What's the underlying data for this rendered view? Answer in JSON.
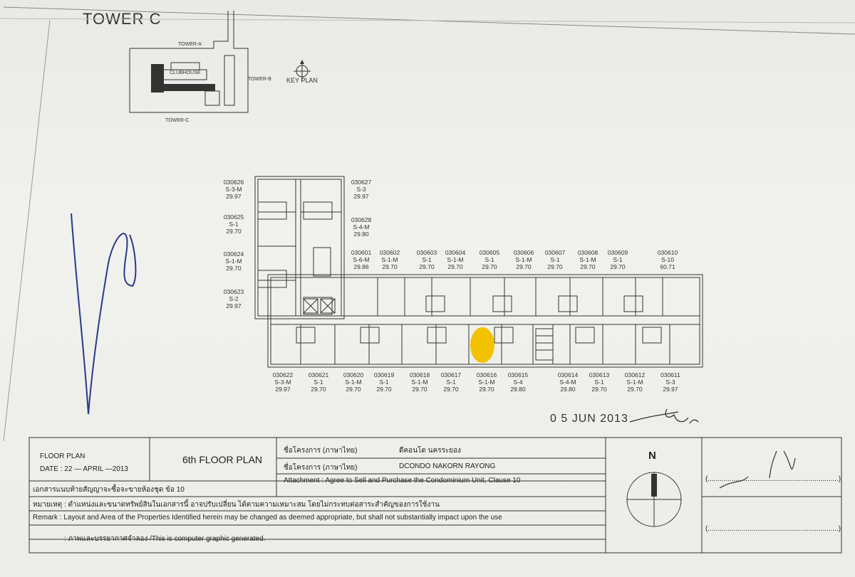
{
  "header": {
    "tower_title": "TOWER C"
  },
  "key_plan": {
    "title": "KEY PLAN",
    "tower_a": "TOWER-A",
    "tower_b": "TOWER-B",
    "tower_c": "TOWER-C",
    "clubhouse": "CLUBHOUSE"
  },
  "units_left": [
    {
      "no": "030626",
      "type": "S-3-M",
      "area": "29.97"
    },
    {
      "no": "030625",
      "type": "S-1",
      "area": "29.70"
    },
    {
      "no": "030624",
      "type": "S-1-M",
      "area": "29.70"
    },
    {
      "no": "030623",
      "type": "S-2",
      "area": "29.97"
    }
  ],
  "units_right_col": [
    {
      "no": "030627",
      "type": "S-3",
      "area": "29.97"
    },
    {
      "no": "030628",
      "type": "S-4-M",
      "area": "29.80"
    }
  ],
  "units_top": [
    {
      "no": "030601",
      "type": "S-6-M",
      "area": "29.86"
    },
    {
      "no": "030602",
      "type": "S-1-M",
      "area": "29.70"
    },
    {
      "no": "030603",
      "type": "S-1",
      "area": "29.70"
    },
    {
      "no": "030604",
      "type": "S-1-M",
      "area": "29.70"
    },
    {
      "no": "030605",
      "type": "S-1",
      "area": "29.70"
    },
    {
      "no": "030606",
      "type": "S-1-M",
      "area": "29.70"
    },
    {
      "no": "030607",
      "type": "S-1",
      "area": "29.70"
    },
    {
      "no": "030608",
      "type": "S-1-M",
      "area": "29.70"
    },
    {
      "no": "030609",
      "type": "S-1",
      "area": "29.70"
    },
    {
      "no": "030610",
      "type": "S-10",
      "area": "60.71"
    }
  ],
  "units_bottom": [
    {
      "no": "030622",
      "type": "S-3-M",
      "area": "29.97"
    },
    {
      "no": "030621",
      "type": "S-1",
      "area": "29.70"
    },
    {
      "no": "030620",
      "type": "S-1-M",
      "area": "29.70"
    },
    {
      "no": "030619",
      "type": "S-1",
      "area": "29.70"
    },
    {
      "no": "030618",
      "type": "S-1-M",
      "area": "29.70"
    },
    {
      "no": "030617",
      "type": "S-1",
      "area": "29.70"
    },
    {
      "no": "030616",
      "type": "S-1-M",
      "area": "29.70"
    },
    {
      "no": "030615",
      "type": "S-4",
      "area": "29.80"
    },
    {
      "no": "030614",
      "type": "S-4-M",
      "area": "29.80"
    },
    {
      "no": "030613",
      "type": "S-1",
      "area": "29.70"
    },
    {
      "no": "030612",
      "type": "S-1-M",
      "area": "29.70"
    },
    {
      "no": "030611",
      "type": "S-3",
      "area": "29.97"
    }
  ],
  "stamp": {
    "date": "0 5 JUN 2013"
  },
  "title_block": {
    "floor_plan_label": "FLOOR PLAN",
    "date_line": "DATE : 22 — APRIL —2013",
    "plan_title": "6th FLOOR PLAN",
    "project_th_label": "ชื่อโครงการ (ภาษาไทย)",
    "project_th_value": "ดีคอนโด นครระยอง",
    "project_en_label": "ชื่อโครงการ (ภาษาไทย)",
    "project_en_value": "DCONDO NAKORN RAYONG",
    "attachment_th": "เอกสารแนบท้ายสัญญาจะซื้อจะขายห้องชุด ข้อ 10",
    "attachment_en": "Attachment : Agree to Sell and Purchase the Condominium Unit, Clause 10",
    "remark_th": "หมายเหตุ : ตำแหน่งและขนาดทรัพย์สินในเอกสารนี้ อาจปรับเปลี่ยน ได้ตามความเหมาะสม โดยไม่กระทบต่อสาระสำคัญของการใช้งาน",
    "remark_en": "Remark : Layout and Area of the Properties Identified herein may be changed as deemed appropriate, but shall not substantially impact upon the use",
    "graphic_note": ": ภาพและบรรยากาศจำลอง /This is computer graphic generated.",
    "north_label": "N",
    "sign_line_1": "(..................................................................)",
    "sign_line_2": "(..................................................................)"
  },
  "colors": {
    "highlight": "#f2c200",
    "line": "#333333",
    "paper": "#eeeeea"
  }
}
